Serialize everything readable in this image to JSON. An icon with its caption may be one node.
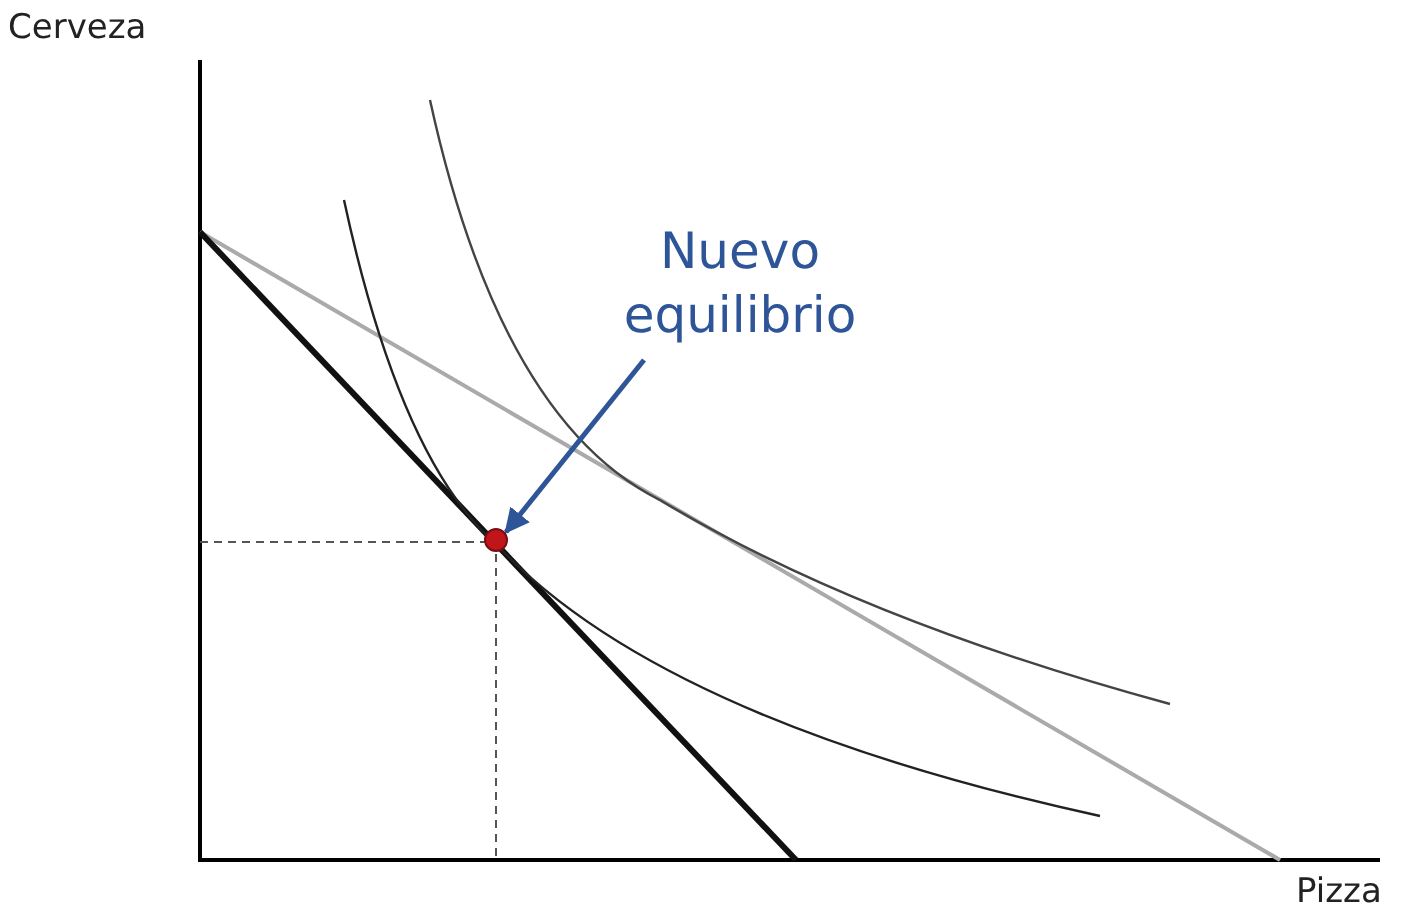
{
  "diagram": {
    "nodes": [
      {
        "text": [
          "Nuevo equilibrio"
        ]
      },
      {
        "text": [],
        "shape": "circle"
      }
    ],
    "edges": [
      {
        "from": 0,
        "to": 1,
        "arrow": "to"
      }
    ],
    "labels": [
      "Cerveza",
      "Pizza"
    ]
  }
}
